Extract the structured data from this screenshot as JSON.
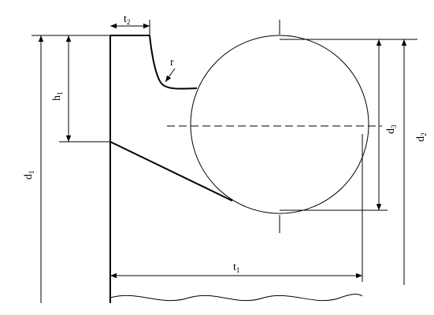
{
  "labels": {
    "t2": {
      "main": "t",
      "sub": "2"
    },
    "r": {
      "main": "r"
    },
    "h1": {
      "main": "h",
      "sub": "1"
    },
    "d1": {
      "main": "d",
      "sub": "1"
    },
    "d3": {
      "main": "d",
      "sub": "3"
    },
    "d2": {
      "main": "d",
      "sub": "2"
    },
    "t1": {
      "main": "t",
      "sub": "1"
    }
  }
}
